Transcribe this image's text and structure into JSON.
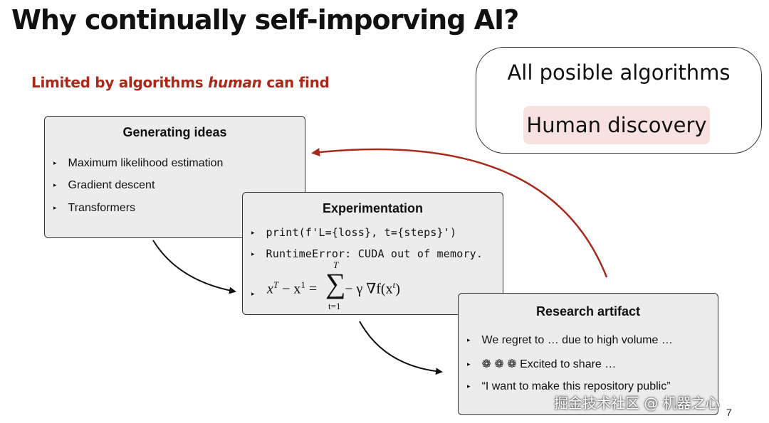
{
  "slide": {
    "title": "Why continually self-imporving AI?",
    "subtitle_prefix": "Limited by algorithms ",
    "subtitle_emphasis": "human",
    "subtitle_suffix": " can find",
    "page_number": "7"
  },
  "algorithms_box": {
    "title": "All posible algorithms",
    "inner_label": "Human discovery"
  },
  "cards": {
    "ideas": {
      "title": "Generating ideas",
      "items": [
        "Maximum likelihood estimation",
        "Gradient descent",
        "Transformers"
      ]
    },
    "experimentation": {
      "title": "Experimentation",
      "items": [
        "print(f'L={loss}, t={steps}')",
        "RuntimeError: CUDA out of memory."
      ],
      "formula": {
        "lhs": "x",
        "lhs_sup": "T",
        "minus": " − x",
        "minus_sup": "1",
        "eq": " = ",
        "sum_top": "T",
        "sum_bottom": "t=1",
        "sigma": "∑",
        "rhs": "− γ ∇f(x",
        "rhs_sup": "t",
        "rhs_close": ")"
      }
    },
    "artifact": {
      "title": "Research artifact",
      "items": [
        "We regret to … due to high volume …",
        "❁ ❁ ❁ Excited to share …",
        "“I want to make this repository public”"
      ]
    }
  },
  "bullet_marker": "▸",
  "watermark": "掘金技术社区 @ 机器之心",
  "colors": {
    "accent": "#a82a1a",
    "card_bg": "#ececec",
    "pill_bg": "#f8e2e0"
  }
}
